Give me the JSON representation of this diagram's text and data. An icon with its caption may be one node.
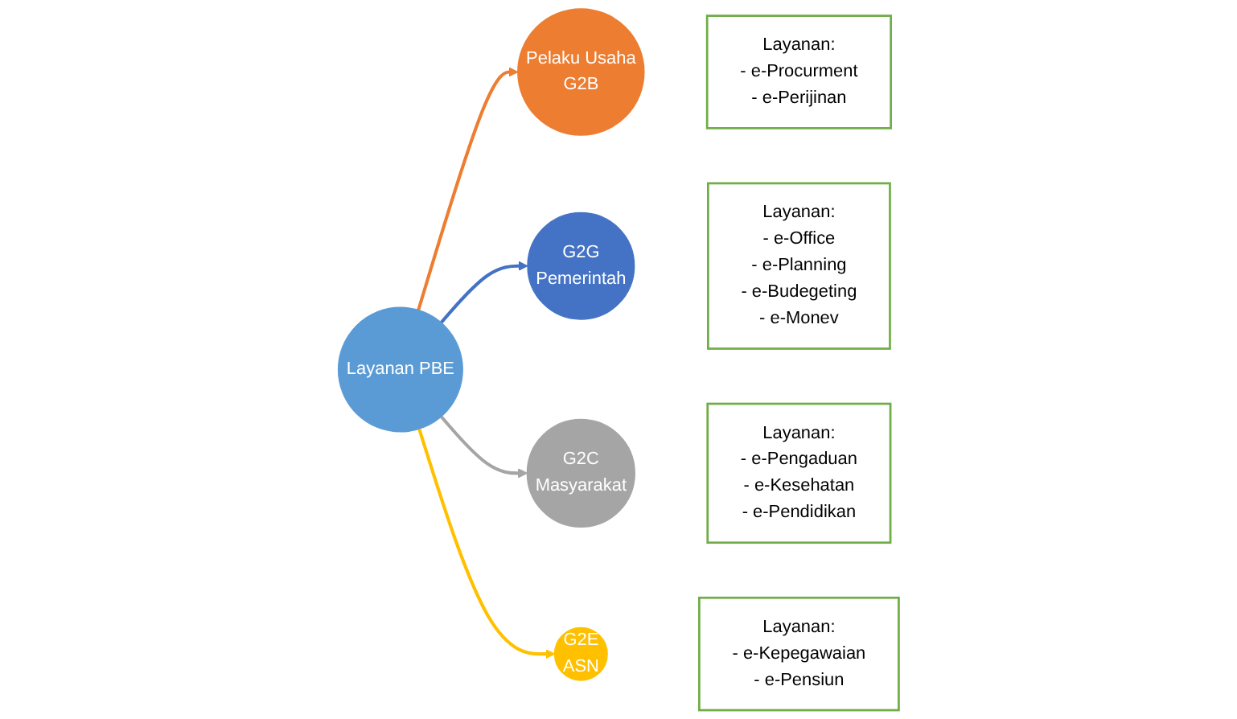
{
  "diagram": {
    "nodes": [
      {
        "text": [
          "Pelaku Usaha",
          "G2B"
        ]
      },
      {
        "text": [
          "Layanan:",
          "- e-Procurment",
          "- e-Perijinan"
        ]
      },
      {
        "text": [
          "Layanan:",
          "- e-Office",
          "- e-Planning",
          "- e-Budegeting",
          "- e-Monev"
        ]
      },
      {
        "text": [
          "G2G",
          "Pemerintah"
        ]
      },
      {
        "text": [
          "Layanan PBE"
        ]
      },
      {
        "text": [
          "G2C",
          "Masyarakat"
        ]
      },
      {
        "text": [
          "Layanan:",
          "- e-Pengaduan",
          "- e-Kesehatan",
          "- e-Pendidikan"
        ]
      },
      {
        "text": [
          "Layanan:",
          "- e-Kepegawaian",
          "- e-Pensiun"
        ]
      },
      {
        "text": [
          "G2E",
          "ASN"
        ]
      }
    ],
    "edges": [
      {
        "from": 4,
        "to": 0,
        "arrow": "to",
        "color": "#ed7d31"
      },
      {
        "from": 4,
        "to": 3,
        "arrow": "to",
        "color": "#4472c4"
      },
      {
        "from": 4,
        "to": 5,
        "arrow": "to",
        "color": "#a5a5a5"
      },
      {
        "from": 4,
        "to": 8,
        "arrow": "to",
        "color": "#ffc000"
      }
    ]
  }
}
